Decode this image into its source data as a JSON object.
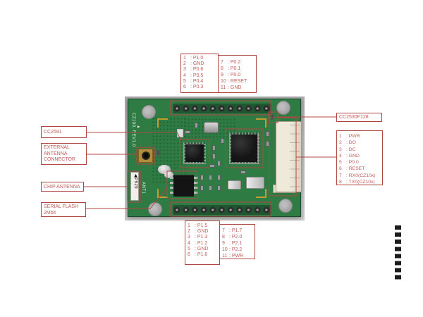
{
  "figure": {
    "description_title": "",
    "colors": {
      "annotation_red": "#b04745",
      "board_green": "#2e7b44",
      "connector_cream": "#e9e3d3",
      "gold": "#c79b2e"
    }
  },
  "board": {
    "silkscreen_side": "CZ100. REV1.0",
    "silkscreen_ant": "ANT1",
    "antenna_label": "◀P929"
  },
  "callouts": {
    "cc2591": "CC2591",
    "external_antenna": "EXTERNAL ANTENNA CONNECTOR",
    "chip_antenna": "CHIP ANTENNA",
    "serial_flash": "SERIAL FLASH 2Mbit",
    "cc2530": "CC2530F128",
    "top_left": {
      "rows": [
        [
          "1",
          "P1.0"
        ],
        [
          "2",
          "GND"
        ],
        [
          "3",
          "P0.6"
        ],
        [
          "4",
          "P0.5"
        ],
        [
          "5",
          "P0.4"
        ],
        [
          "6",
          "P0.3"
        ]
      ]
    },
    "top_right": {
      "rows": [
        [
          "7",
          "P0.2"
        ],
        [
          "8",
          "P0.1"
        ],
        [
          "9",
          "P0.0"
        ],
        [
          "10",
          "RESET"
        ],
        [
          "11",
          "GND"
        ]
      ]
    },
    "bottom_left": {
      "rows": [
        [
          "1",
          "P1.5"
        ],
        [
          "2",
          "GND"
        ],
        [
          "3",
          "P1.3"
        ],
        [
          "4",
          "P1.2"
        ],
        [
          "5",
          "GND"
        ],
        [
          "6",
          "P1.6"
        ]
      ]
    },
    "bottom_right": {
      "rows": [
        [
          "7",
          "P1.7"
        ],
        [
          "8",
          "P2.0"
        ],
        [
          "9",
          "P2.1"
        ],
        [
          "10",
          "P2.2"
        ],
        [
          "11",
          "PWR"
        ]
      ]
    },
    "right_header": {
      "rows": [
        [
          "1",
          "PWR"
        ],
        [
          "2",
          "DO"
        ],
        [
          "3",
          "DC"
        ],
        [
          "4",
          "GND"
        ],
        [
          "5",
          "P0.0"
        ],
        [
          "6",
          "RESET"
        ],
        [
          "7",
          "RX0(CZ10x)"
        ],
        [
          "8",
          "TX0(CZ10x)"
        ]
      ]
    }
  }
}
